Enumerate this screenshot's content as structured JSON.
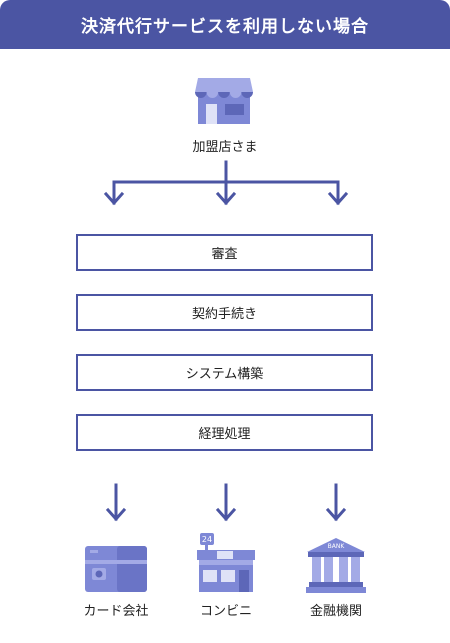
{
  "header": {
    "title": "決済代行サービスを利用しない場合"
  },
  "merchant": {
    "label": "加盟店さま",
    "icon": "storefront-icon"
  },
  "steps": [
    {
      "label": "審査"
    },
    {
      "label": "契約手続き"
    },
    {
      "label": "システム構築"
    },
    {
      "label": "経理処理"
    }
  ],
  "destinations": [
    {
      "label": "カード会社",
      "icon": "credit-card-icon"
    },
    {
      "label": "コンビニ",
      "icon": "convenience-store-icon",
      "badge": "24"
    },
    {
      "label": "金融機関",
      "icon": "bank-icon",
      "sign": "BANK"
    }
  ],
  "colors": {
    "primary": "#4b55a3",
    "icon_light": "#a3aae6",
    "icon_mid": "#7e88d6",
    "icon_dark": "#5d67b8"
  }
}
